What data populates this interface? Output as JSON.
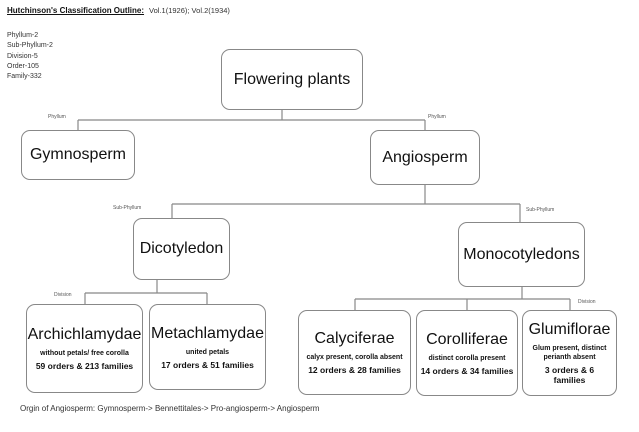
{
  "header": {
    "title": "Hutchinson's Classification Outline:",
    "volumes": "Vol.1(1926);  Vol.2(1934)"
  },
  "stats": [
    "Phyllum-2",
    "Sub-Phyllum-2",
    "Division-5",
    "Order-105",
    "Family-332"
  ],
  "labels": {
    "phyllum": "Phyllum",
    "sub_phyllum": "Sub-Phyllum",
    "division": "Division"
  },
  "nodes": {
    "root": {
      "name": "Flowering plants"
    },
    "gymnosperm": {
      "name": "Gymnosperm"
    },
    "angiosperm": {
      "name": "Angiosperm"
    },
    "dicotyledon": {
      "name": "Dicotyledon"
    },
    "monocotyledons": {
      "name": "Monocotyledons"
    },
    "archichlamydae": {
      "name": "Archichlamydae",
      "desc": "without petals/ free corolla",
      "count": "59 orders & 213 families"
    },
    "metachlamydae": {
      "name": "Metachlamydae",
      "desc": "united petals",
      "count": "17 orders & 51 families"
    },
    "calyciferae": {
      "name": "Calyciferae",
      "desc": "calyx present, corolla absent",
      "count": "12 orders & 28 families"
    },
    "corolliferae": {
      "name": "Corolliferae",
      "desc": "distinct corolla present",
      "count": "14 orders & 34 families"
    },
    "glumiflorae": {
      "name": "Glumiflorae",
      "desc": "Glum present, distinct perianth absent",
      "count": "3 orders & 6 families"
    }
  },
  "footer": "Orgin of Angiosperm: Gymnosperm-> Bennettitales-> Pro-angiosperm-> Angiosperm"
}
